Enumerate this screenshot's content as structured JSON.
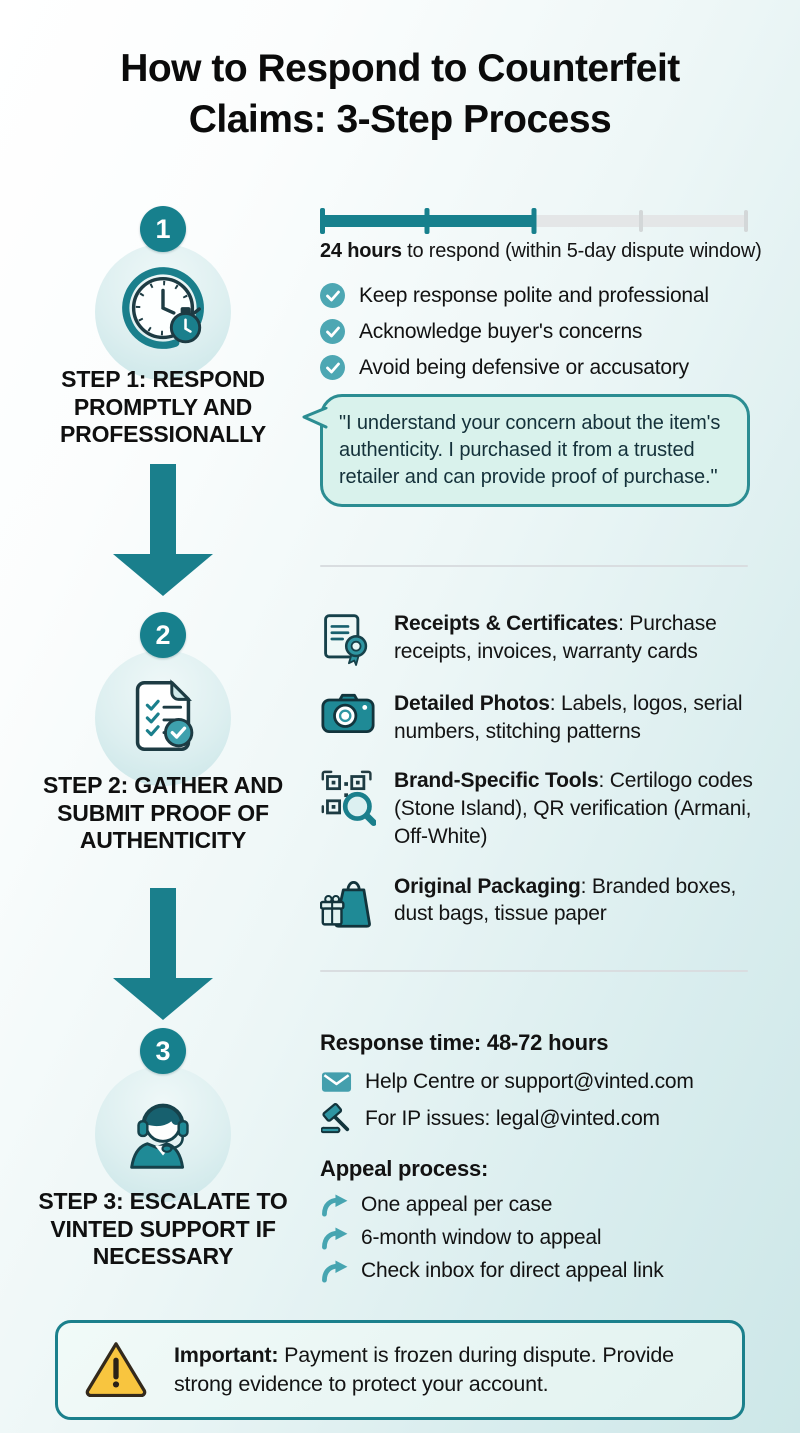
{
  "title": "How to Respond to Counterfeit Claims: 3-Step Process",
  "colors": {
    "accent_dark": "#17808d",
    "accent_mid": "#4da7b3",
    "bubble_bg": "#d9f2ec",
    "bubble_border": "#2b8d92",
    "warning_yellow": "#f8c53f"
  },
  "steps": [
    {
      "number": "1",
      "label": "STEP 1: RESPOND PROMPTLY AND PROFESSIONALLY",
      "icon": "clock-stopwatch",
      "timeline": {
        "progress_percent": 50,
        "bold": "24 hours",
        "rest": " to respond (within 5-day dispute window)"
      },
      "checklist": [
        "Keep response polite and professional",
        "Acknowledge buyer's concerns",
        "Avoid being defensive or accusatory"
      ],
      "quote": "\"I understand your concern about the item's authenticity. I purchased it from a trusted retailer and can provide proof of purchase.\""
    },
    {
      "number": "2",
      "label": "STEP 2: GATHER AND SUBMIT PROOF OF AUTHENTICITY",
      "icon": "checklist-document",
      "items": [
        {
          "icon": "receipt-certificate",
          "bold": "Receipts & Certificates",
          "rest": ": Purchase receipts, invoices, warranty cards"
        },
        {
          "icon": "camera",
          "bold": "Detailed Photos",
          "rest": ": Labels, logos, serial numbers, stitching patterns"
        },
        {
          "icon": "qr-scan",
          "bold": "Brand-Specific Tools",
          "rest": ": Certilogo codes (Stone Island), QR verification (Armani, Off-White)"
        },
        {
          "icon": "packaging-bag",
          "bold": "Original Packaging",
          "rest": ": Branded boxes, dust bags, tissue paper"
        }
      ]
    },
    {
      "number": "3",
      "label": "STEP 3: ESCALATE TO VINTED SUPPORT IF NECESSARY",
      "icon": "support-agent",
      "response_time": "Response time: 48-72 hours",
      "contacts": [
        {
          "icon": "envelope",
          "text": "Help Centre or support@vinted.com"
        },
        {
          "icon": "gavel",
          "text": "For IP issues: legal@vinted.com"
        }
      ],
      "appeal_heading": "Appeal process:",
      "appeal_items": [
        "One appeal per case",
        "6-month window to appeal",
        "Check inbox for direct appeal link"
      ]
    }
  ],
  "warning": {
    "bold": "Important:",
    "rest": " Payment is frozen during dispute. Provide strong evidence to protect your account."
  }
}
